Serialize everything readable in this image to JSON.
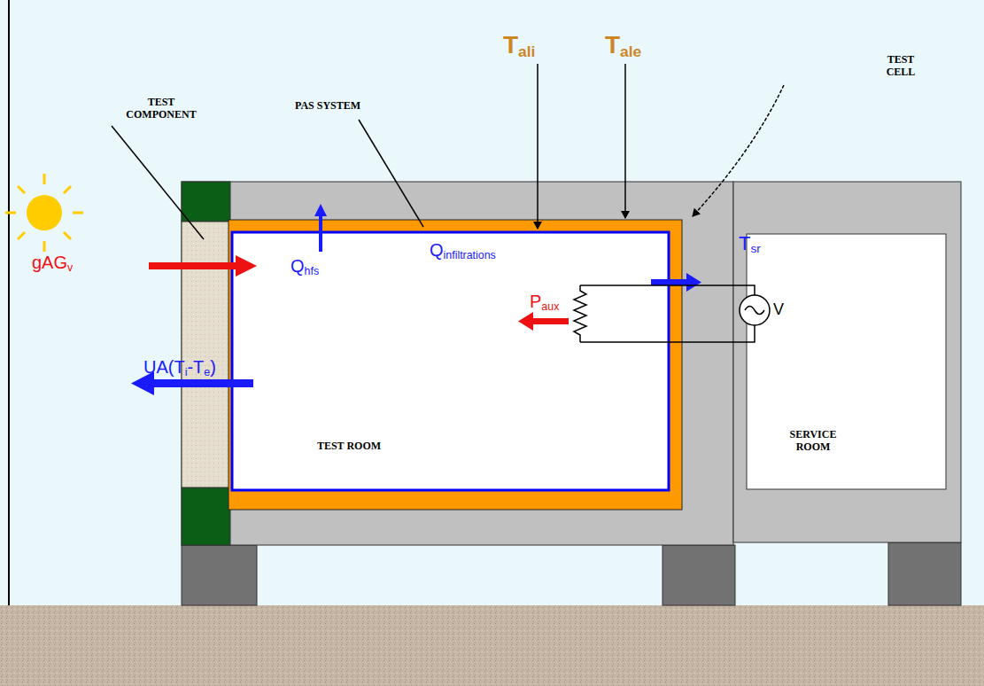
{
  "diagram": {
    "nodes": [
      {
        "text": [
          "TEST ROOM"
        ]
      },
      {
        "text": [
          "SERVICE ROOM"
        ]
      }
    ],
    "labels": [
      "TEST COMPONENT",
      "PAS SYSTEM",
      "Tali",
      "Tale",
      "TEST CELL",
      "gAGv",
      "UA(Ti-Te)",
      "Qhfs",
      "Qinfiltrations",
      "Tsr",
      "Paux",
      "V"
    ]
  }
}
